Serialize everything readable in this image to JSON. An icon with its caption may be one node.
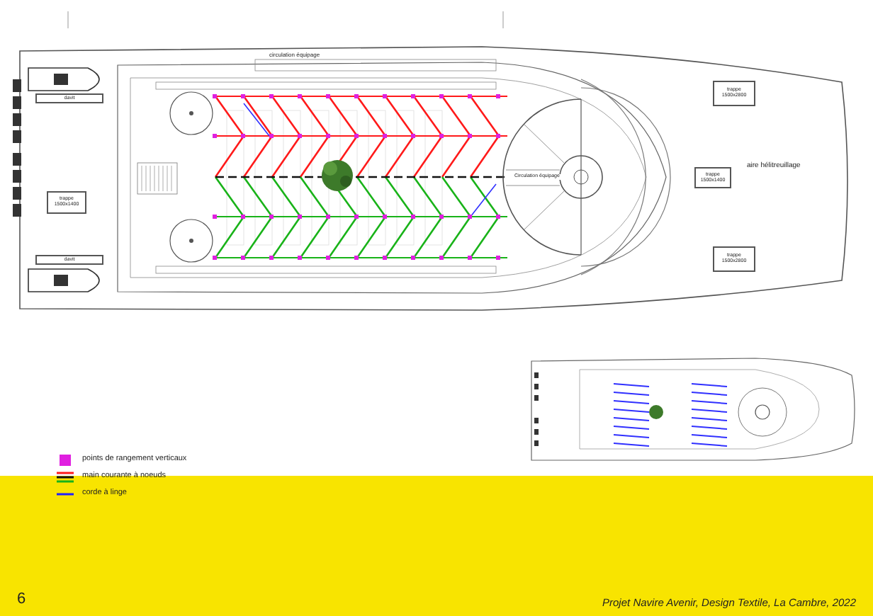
{
  "diagram": {
    "caption": "Projet Navire Avenir, Design Textile, La Cambre, 2022",
    "nodes": [
      {
        "text": [
          "davit"
        ]
      },
      {
        "text": [
          "trappe 1500x1400"
        ]
      },
      {
        "text": [
          "davit"
        ]
      },
      {
        "text": [
          "trappe 1500x2800"
        ]
      },
      {
        "text": [
          "trappe 1500x1400"
        ]
      },
      {
        "text": [
          "trappe 1500x2800"
        ]
      }
    ],
    "labels": [
      "circulation équipage",
      "Circulation équipage",
      "aire hélitreuillage",
      "6"
    ],
    "legend": [
      {
        "text": "points de rangement verticaux",
        "color": "#e020e0"
      },
      {
        "text": "main courante à noeuds"
      },
      {
        "text": "corde à linge"
      }
    ]
  }
}
